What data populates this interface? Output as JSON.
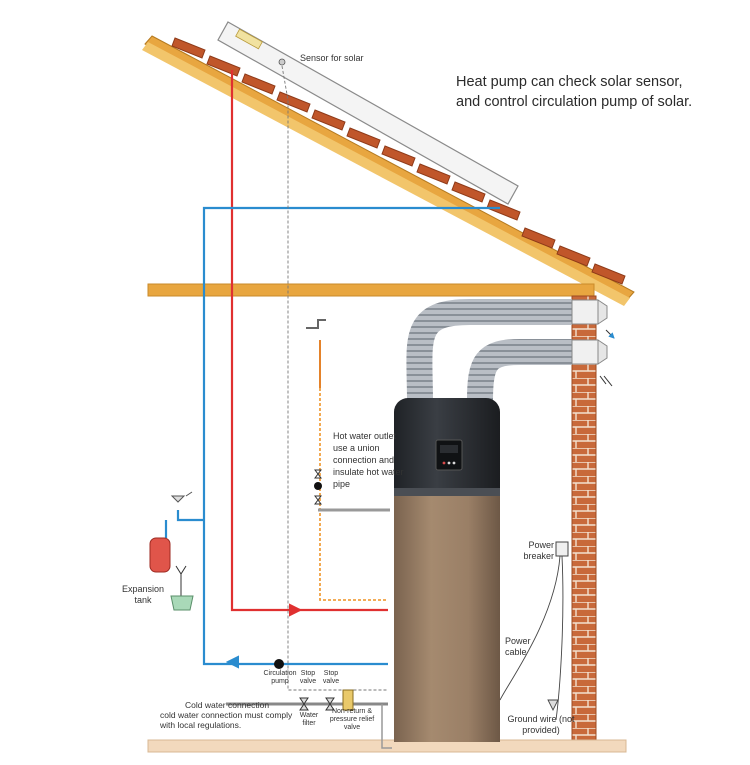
{
  "description": {
    "text": "Heat pump can check solar sensor, and control circulation pump of solar."
  },
  "labels": {
    "sensor_for_solar": "Sensor for solar",
    "hot_water_outlet": "Hot water outlet use a union connection and insulate hot water pipe",
    "power_breaker": "Power breaker",
    "power_cable": "Power cable",
    "expansion_tank": "Expansion tank",
    "circulation_pump": "Circulation pump",
    "stop_valve_1": "Stop valve",
    "stop_valve_2": "Stop valve",
    "water_filter": "Water filter",
    "non_return_valve": "Non-return & pressure relief valve",
    "cold_water_connection": "Cold water connection",
    "cold_water_note": "cold water connection must comply with local regulations.",
    "ground_wire": "Ground wire (not provided)"
  },
  "colors": {
    "roof_tile": "#c0562a",
    "roof_edge": "#e8a640",
    "beam": "#e8a640",
    "brick": "#c8693a",
    "hot_pipe": "#e03030",
    "cold_pipe": "#2a8ccf",
    "hot_dashed": "#f0a040",
    "tank_body": "#9c8065",
    "tank_top": "#2e3136",
    "duct": "#9aa0a8"
  }
}
